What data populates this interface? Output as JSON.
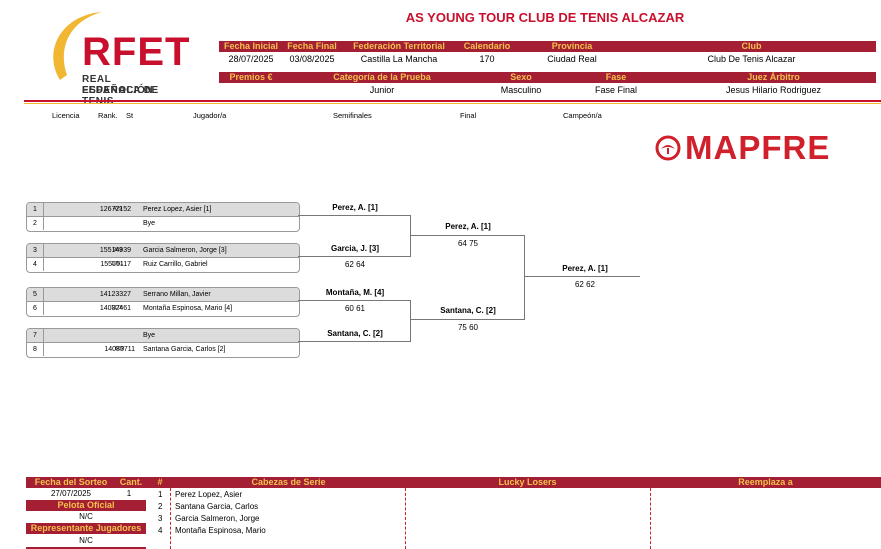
{
  "title": "AS YOUNG TOUR CLUB DE TENIS ALCAZAR",
  "logo": {
    "main": "RFET",
    "line1": "REAL FEDERACIÓN",
    "line2": "ESPAÑOLA DE TENIS"
  },
  "sponsor": "MAPFRE",
  "info1": {
    "headers": [
      "Fecha Inicial",
      "Fecha Final",
      "Federación Territorial",
      "Calendario",
      "Provincia",
      "Club"
    ],
    "values": [
      "28/07/2025",
      "03/08/2025",
      "Castilla La Mancha",
      "170",
      "Ciudad Real",
      "Club De Tenis Alcazar"
    ]
  },
  "info2": {
    "headers": [
      "Premios €",
      "Categoría de la Prueba",
      "Sexo",
      "Fase",
      "Juez Árbitro"
    ],
    "values": [
      "",
      "Junior",
      "Masculino",
      "Fase Final",
      "Jesus Hilario Rodriguez"
    ]
  },
  "columns": [
    "Licencia",
    "Rank.",
    "St",
    "Jugador/a",
    "Semifinales",
    "Final",
    "Campeón/a"
  ],
  "draw": [
    {
      "num": "1",
      "licence": "12672152",
      "rank": "479",
      "name": "Perez Lopez, Asier [1]"
    },
    {
      "num": "2",
      "licence": "",
      "rank": "",
      "name": "Bye"
    },
    {
      "num": "3",
      "licence": "15514939",
      "rank": "969",
      "name": "Garcia Salmeron, Jorge [3]"
    },
    {
      "num": "4",
      "licence": "15516117",
      "rank": "1791",
      "name": "Ruiz Carrillo, Gabriel"
    },
    {
      "num": "5",
      "licence": "14123327",
      "rank": "",
      "name": "Serrano Millan, Javier"
    },
    {
      "num": "6",
      "licence": "14032461",
      "rank": "1176",
      "name": "Montaña Espinosa, Mario [4]"
    },
    {
      "num": "7",
      "licence": "",
      "rank": "",
      "name": "Bye"
    },
    {
      "num": "8",
      "licence": "14083711",
      "rank": "609",
      "name": "Santana Garcia, Carlos [2]"
    }
  ],
  "semis": [
    {
      "name": "Perez, A. [1]",
      "score": ""
    },
    {
      "name": "Garcia, J. [3]",
      "score": "62 64"
    },
    {
      "name": "Montaña, M. [4]",
      "score": "60 61"
    },
    {
      "name": "Santana, C. [2]",
      "score": ""
    }
  ],
  "final": [
    {
      "name": "Perez, A. [1]",
      "score": "64 75"
    },
    {
      "name": "Santana, C. [2]",
      "score": "75 60"
    }
  ],
  "champion": {
    "name": "Perez, A. [1]",
    "score": "62 62"
  },
  "footer": {
    "sorteo_label": "Fecha del Sorteo",
    "cant_label": "Cant.",
    "sorteo_value": "27/07/2025",
    "cant_value": "1",
    "pelota_label": "Pelota Oficial",
    "pelota_value": "N/C",
    "rep_label": "Representante Jugadores",
    "rep_value": "N/C",
    "hash": "#",
    "seeds_label": "Cabezas de Serie",
    "lucky_label": "Lucky Losers",
    "replace_label": "Reemplaza a",
    "seeds": [
      {
        "n": "1",
        "name": "Perez Lopez, Asier"
      },
      {
        "n": "2",
        "name": "Santana Garcia, Carlos"
      },
      {
        "n": "3",
        "name": "Garcia Salmeron, Jorge"
      },
      {
        "n": "4",
        "name": "Montaña Espinosa, Mario"
      }
    ]
  }
}
